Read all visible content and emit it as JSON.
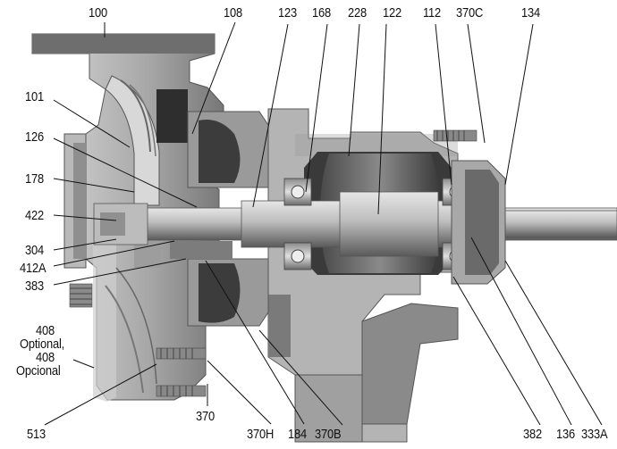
{
  "labels": {
    "l100": "100",
    "l108": "108",
    "l123": "123",
    "l168": "168",
    "l228": "228",
    "l122": "122",
    "l112": "112",
    "l370c": "370C",
    "l134": "134",
    "l101": "101",
    "l126": "126",
    "l178": "178",
    "l422": "422",
    "l304": "304",
    "l412a": "412A",
    "l383": "383",
    "l408_1": "408",
    "l408_2": "Optional,",
    "l408_3": "408",
    "l408_4": "Opcional",
    "l513": "513",
    "l370": "370",
    "l370h": "370H",
    "l184": "184",
    "l370b": "370B",
    "l382": "382",
    "l136": "136",
    "l333a": "333A"
  },
  "colors": {
    "metal_light": "#c8c8c8",
    "metal_mid": "#9a9a9a",
    "metal_dark": "#555555",
    "shadow": "#2a2a2a",
    "leader": "#111111"
  }
}
